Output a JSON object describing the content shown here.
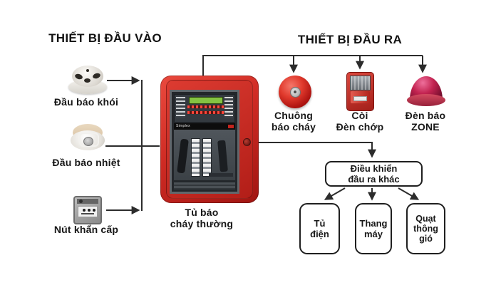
{
  "input_section": {
    "title": "THIẾT BỊ ĐẦU VÀO",
    "devices": [
      {
        "label": "Đầu báo khói"
      },
      {
        "label": "Đầu báo nhiệt"
      },
      {
        "label": "Nút khẩn cấp"
      }
    ]
  },
  "panel": {
    "brand": "Simplex",
    "label_line1": "Tủ báo",
    "label_line2": "cháy thường"
  },
  "output_section": {
    "title": "THIẾT BỊ ĐẦU RA",
    "devices": [
      {
        "label_line1": "Chuông",
        "label_line2": "báo cháy"
      },
      {
        "label_line1": "Còi",
        "label_line2": "Đèn chớp"
      },
      {
        "label_line1": "Đèn báo",
        "label_line2": "ZONE"
      }
    ]
  },
  "other_output_control": {
    "label_line1": "Điều khiển",
    "label_line2": "đầu ra khác",
    "targets": [
      {
        "line1": "Tủ",
        "line2": "điện"
      },
      {
        "line1": "Thang",
        "line2": "máy"
      },
      {
        "line1": "Quạt",
        "line2": "thông",
        "line3": "gió"
      }
    ]
  },
  "colors": {
    "panel_red": "#cf2b24",
    "bell_red": "#ad1310",
    "zone_crimson": "#c22350",
    "wire": "#2c2c2c",
    "text": "#171717",
    "background": "#ffffff"
  }
}
